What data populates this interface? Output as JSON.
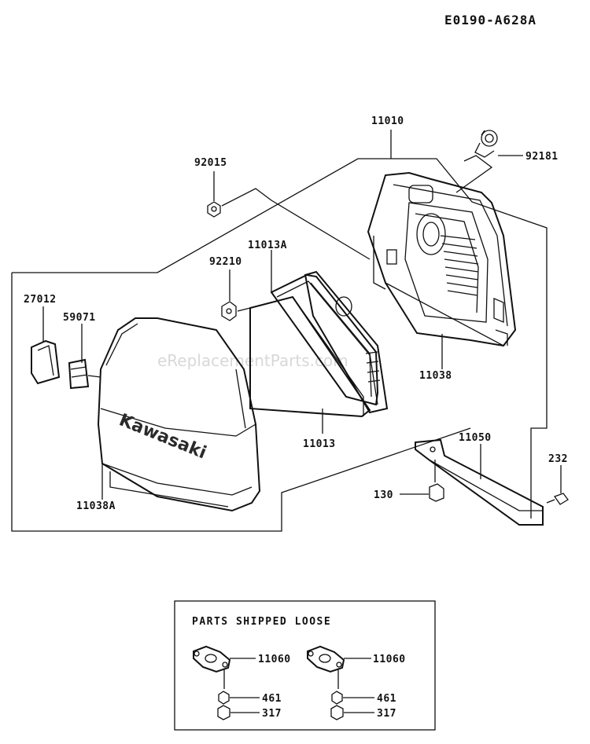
{
  "diagram_code": "E0190-A628A",
  "watermark": "eReplacementParts.com",
  "brand_text": "Kawasaki",
  "parts": {
    "p11010": "11010",
    "p92015": "92015",
    "p92181": "92181",
    "p11013A": "11013A",
    "p92210": "92210",
    "p27012": "27012",
    "p59071": "59071",
    "p11038": "11038",
    "p11013": "11013",
    "p11050": "11050",
    "p232": "232",
    "p130": "130",
    "p11038A": "11038A"
  },
  "loose_box": {
    "title": "PARTS SHIPPED LOOSE",
    "left_gasket": "11060",
    "right_gasket": "11060",
    "left_461": "461",
    "right_461": "461",
    "left_317": "317",
    "right_317": "317"
  }
}
